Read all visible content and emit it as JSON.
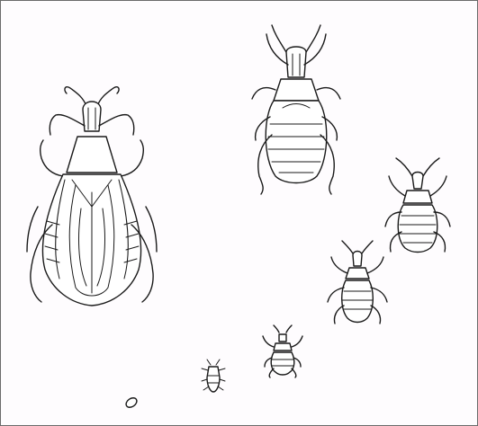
{
  "figure": {
    "stages": [
      {
        "id": "egg",
        "icon": "egg-icon"
      },
      {
        "id": "nymph-1",
        "icon": "nymph-icon"
      },
      {
        "id": "nymph-2",
        "icon": "nymph-icon"
      },
      {
        "id": "nymph-3",
        "icon": "nymph-icon"
      },
      {
        "id": "nymph-4",
        "icon": "nymph-icon"
      },
      {
        "id": "nymph-5",
        "icon": "nymph-icon"
      },
      {
        "id": "adult",
        "icon": "adult-bug-icon"
      }
    ],
    "colors": {
      "background": "#fefcfe",
      "ink": "#1a1a1a",
      "border": "#6b6b6b"
    }
  }
}
